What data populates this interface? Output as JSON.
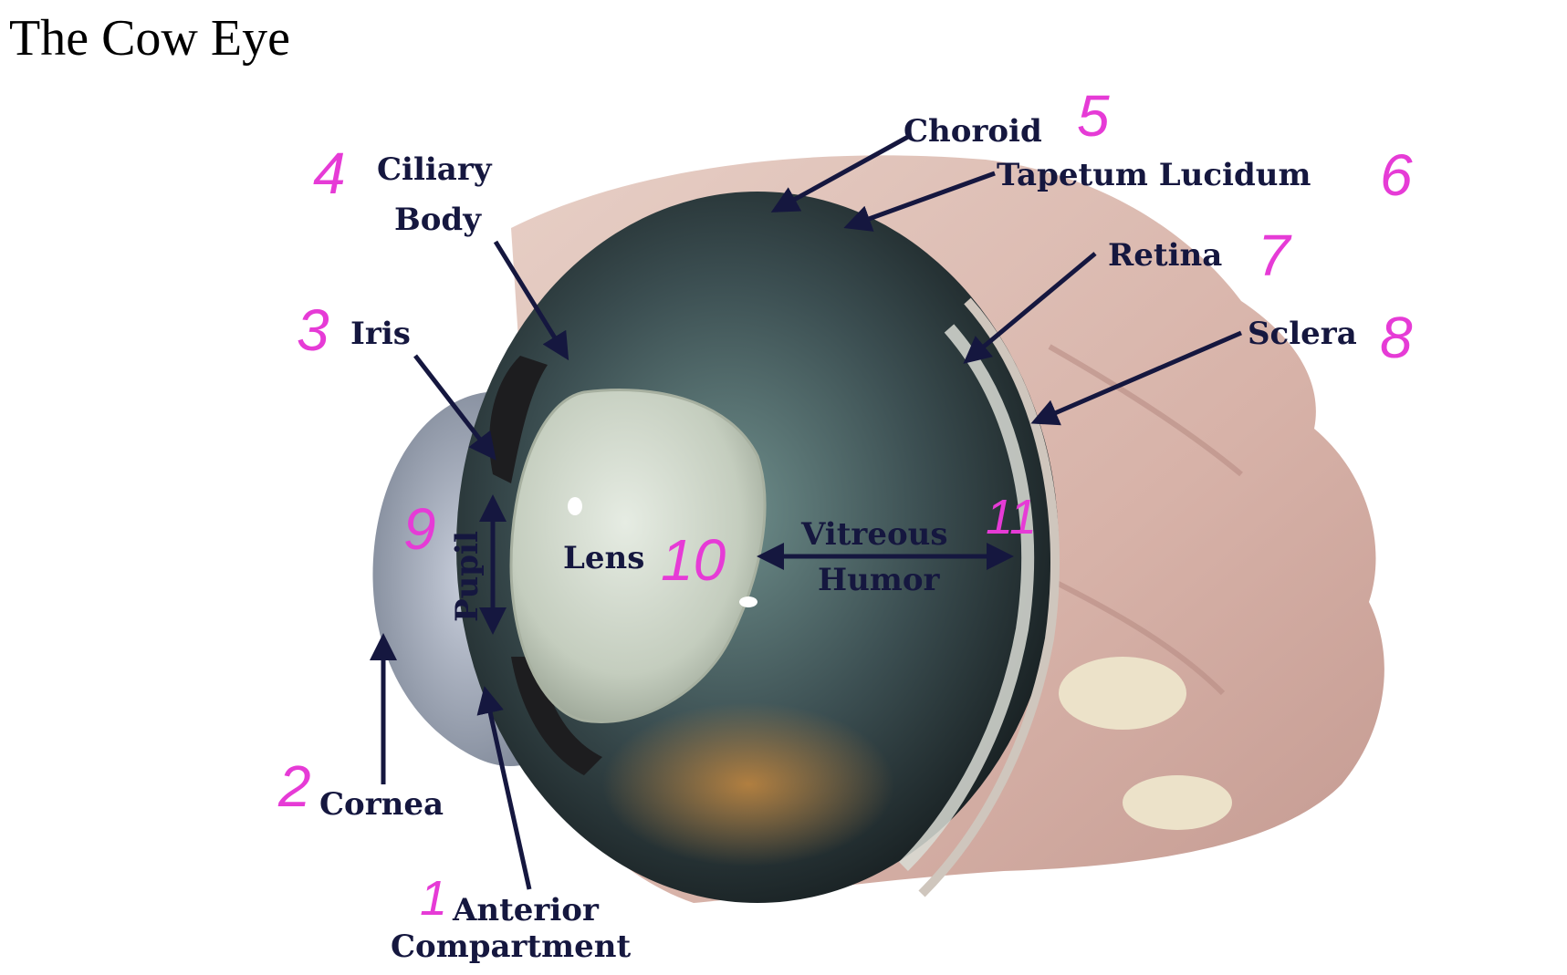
{
  "page_title": "The Cow Eye",
  "labels": {
    "choroid": "Choroid",
    "tapetum": "Tapetum Lucidum",
    "ciliary_line1": "Ciliary",
    "ciliary_line2": "Body",
    "retina": "Retina",
    "iris": "Iris",
    "sclera": "Sclera",
    "pupil": "Pupil",
    "lens": "Lens",
    "vitreous_line1": "Vitreous",
    "vitreous_line2": "Humor",
    "cornea": "Cornea",
    "anterior_line1": "Anterior",
    "anterior_line2": "Compartment"
  },
  "numbers": {
    "anterior": "1",
    "cornea": "2",
    "iris": "3",
    "ciliary": "4",
    "choroid": "5",
    "tapetum": "6",
    "retina": "7",
    "sclera": "8",
    "pupil": "9",
    "lens": "10",
    "vitreous": "11"
  },
  "colors": {
    "label_text": "#15173f",
    "handwritten_numbers": "#e63bd6",
    "arrow": "#15173f"
  }
}
